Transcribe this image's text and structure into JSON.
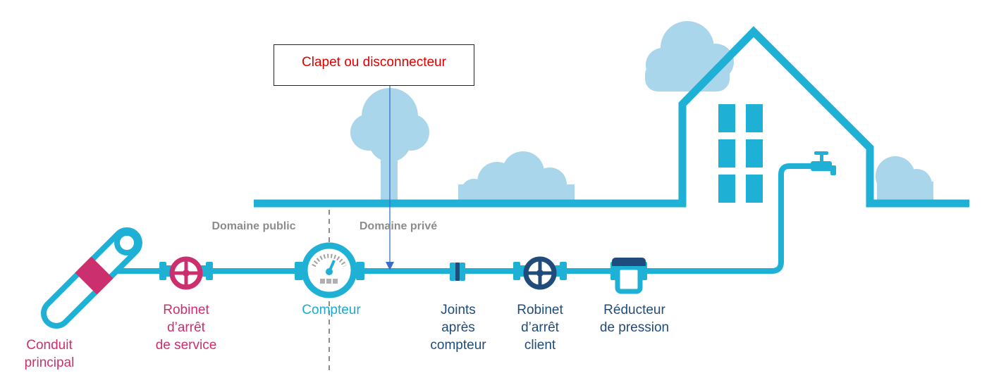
{
  "callout": {
    "text": "Clapet ou disconnecteur"
  },
  "domains": {
    "public": "Domaine public",
    "private": "Domaine privé"
  },
  "components": {
    "main_pipe": {
      "line1": "Conduit",
      "line2": "principal"
    },
    "service_valve": {
      "line1": "Robinet",
      "line2": "d’arrêt",
      "line3": "de service"
    },
    "meter": {
      "line1": "Compteur"
    },
    "joints": {
      "line1": "Joints",
      "line2": "après",
      "line3": "compteur"
    },
    "client_valve": {
      "line1": "Robinet",
      "line2": "d’arrêt",
      "line3": "client"
    },
    "pressure_reducer": {
      "line1": "Réducteur",
      "line2": "de pression"
    }
  },
  "colors": {
    "pipe": "#1fb0d6",
    "magenta": "#cc2f6e",
    "navy": "#1f4c7a",
    "cloud": "#a9d6ea",
    "callout_text": "#e00000",
    "arrow": "#3b6fc9"
  }
}
